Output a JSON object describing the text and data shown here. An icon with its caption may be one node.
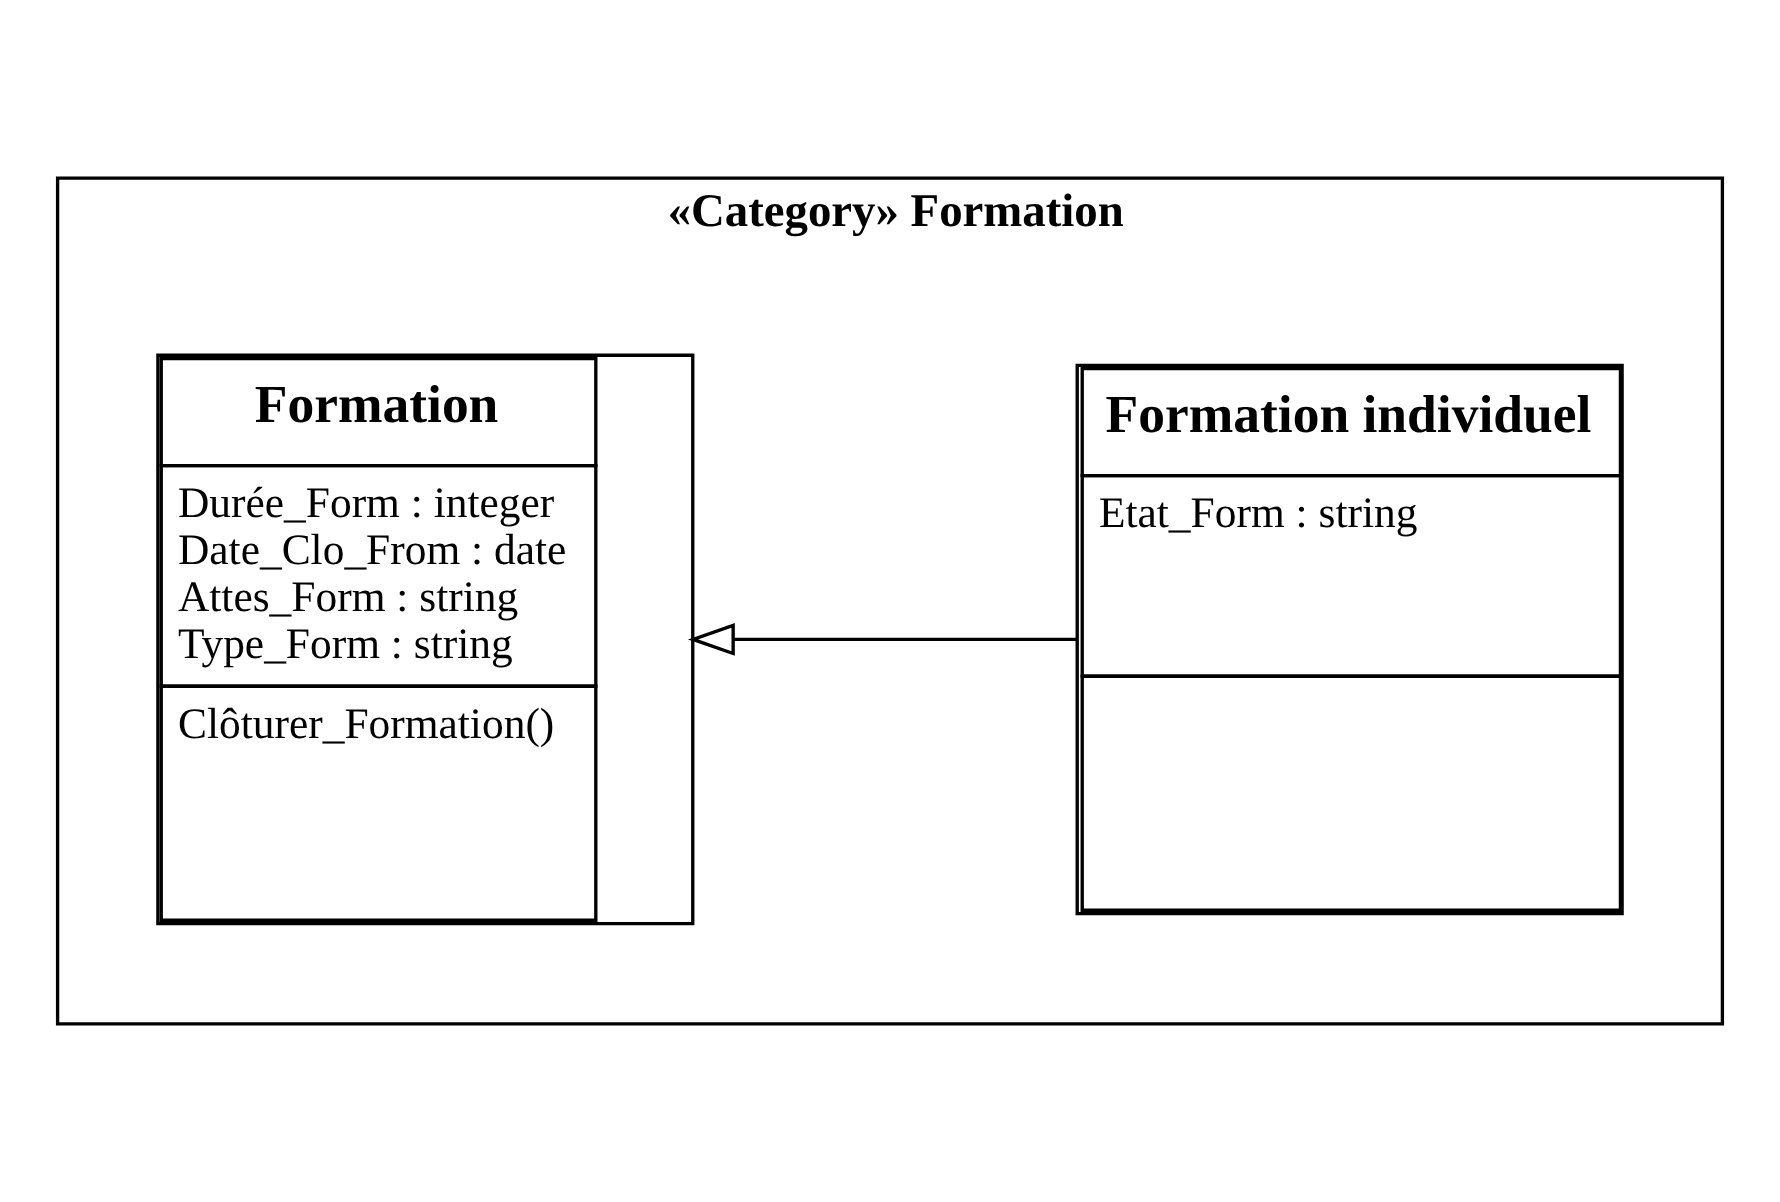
{
  "diagram": {
    "nodes": [
      {
        "text": [
          "«Category» Formation"
        ]
      },
      {
        "text": [
          "Formation",
          "Durée_Form : integer",
          "Date_Clo_From : date",
          "Attes_Form : string",
          "Type_Form : string",
          "Clôturer_Formation()"
        ],
        "in": 0
      },
      {
        "text": [
          "Formation individuel",
          "Etat_Form : string"
        ],
        "in": 0
      }
    ],
    "edges": [
      {
        "from": 2,
        "to": 1,
        "arrow": "to"
      }
    ]
  }
}
